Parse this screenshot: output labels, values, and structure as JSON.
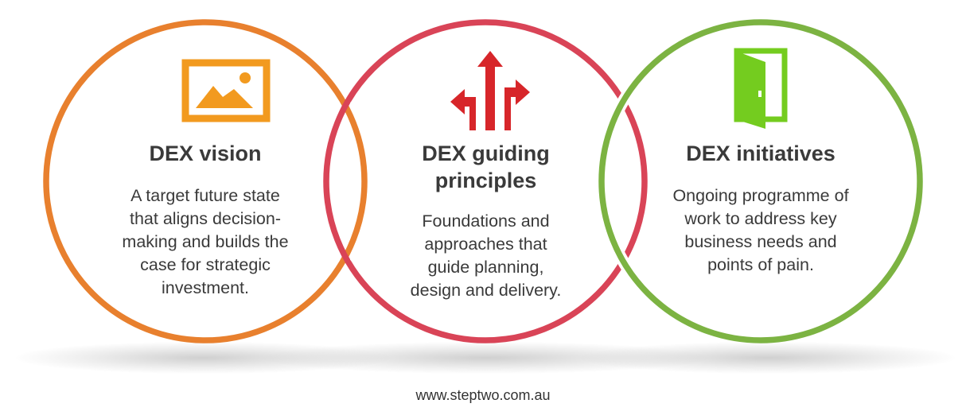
{
  "colors": {
    "vision": "#e8802e",
    "principles": "#d94457",
    "initiatives": "#7cb342",
    "vision_icon": "#f29a1f",
    "principles_icon": "#d7262a",
    "initiatives_icon": "#74cc1f",
    "text": "#3a3a3a"
  },
  "circles": [
    {
      "id": "vision",
      "icon": "image-icon",
      "title": "DEX vision",
      "description": "A target future state that aligns decision-making and builds the case for strategic investment."
    },
    {
      "id": "principles",
      "icon": "directions-arrows-icon",
      "title": "DEX guiding principles",
      "description": "Foundations and approaches that guide planning, design and delivery."
    },
    {
      "id": "initiatives",
      "icon": "open-door-icon",
      "title": "DEX initiatives",
      "description": "Ongoing programme of work to address key business needs and points of pain."
    }
  ],
  "footer": {
    "url": "www.steptwo.com.au"
  }
}
